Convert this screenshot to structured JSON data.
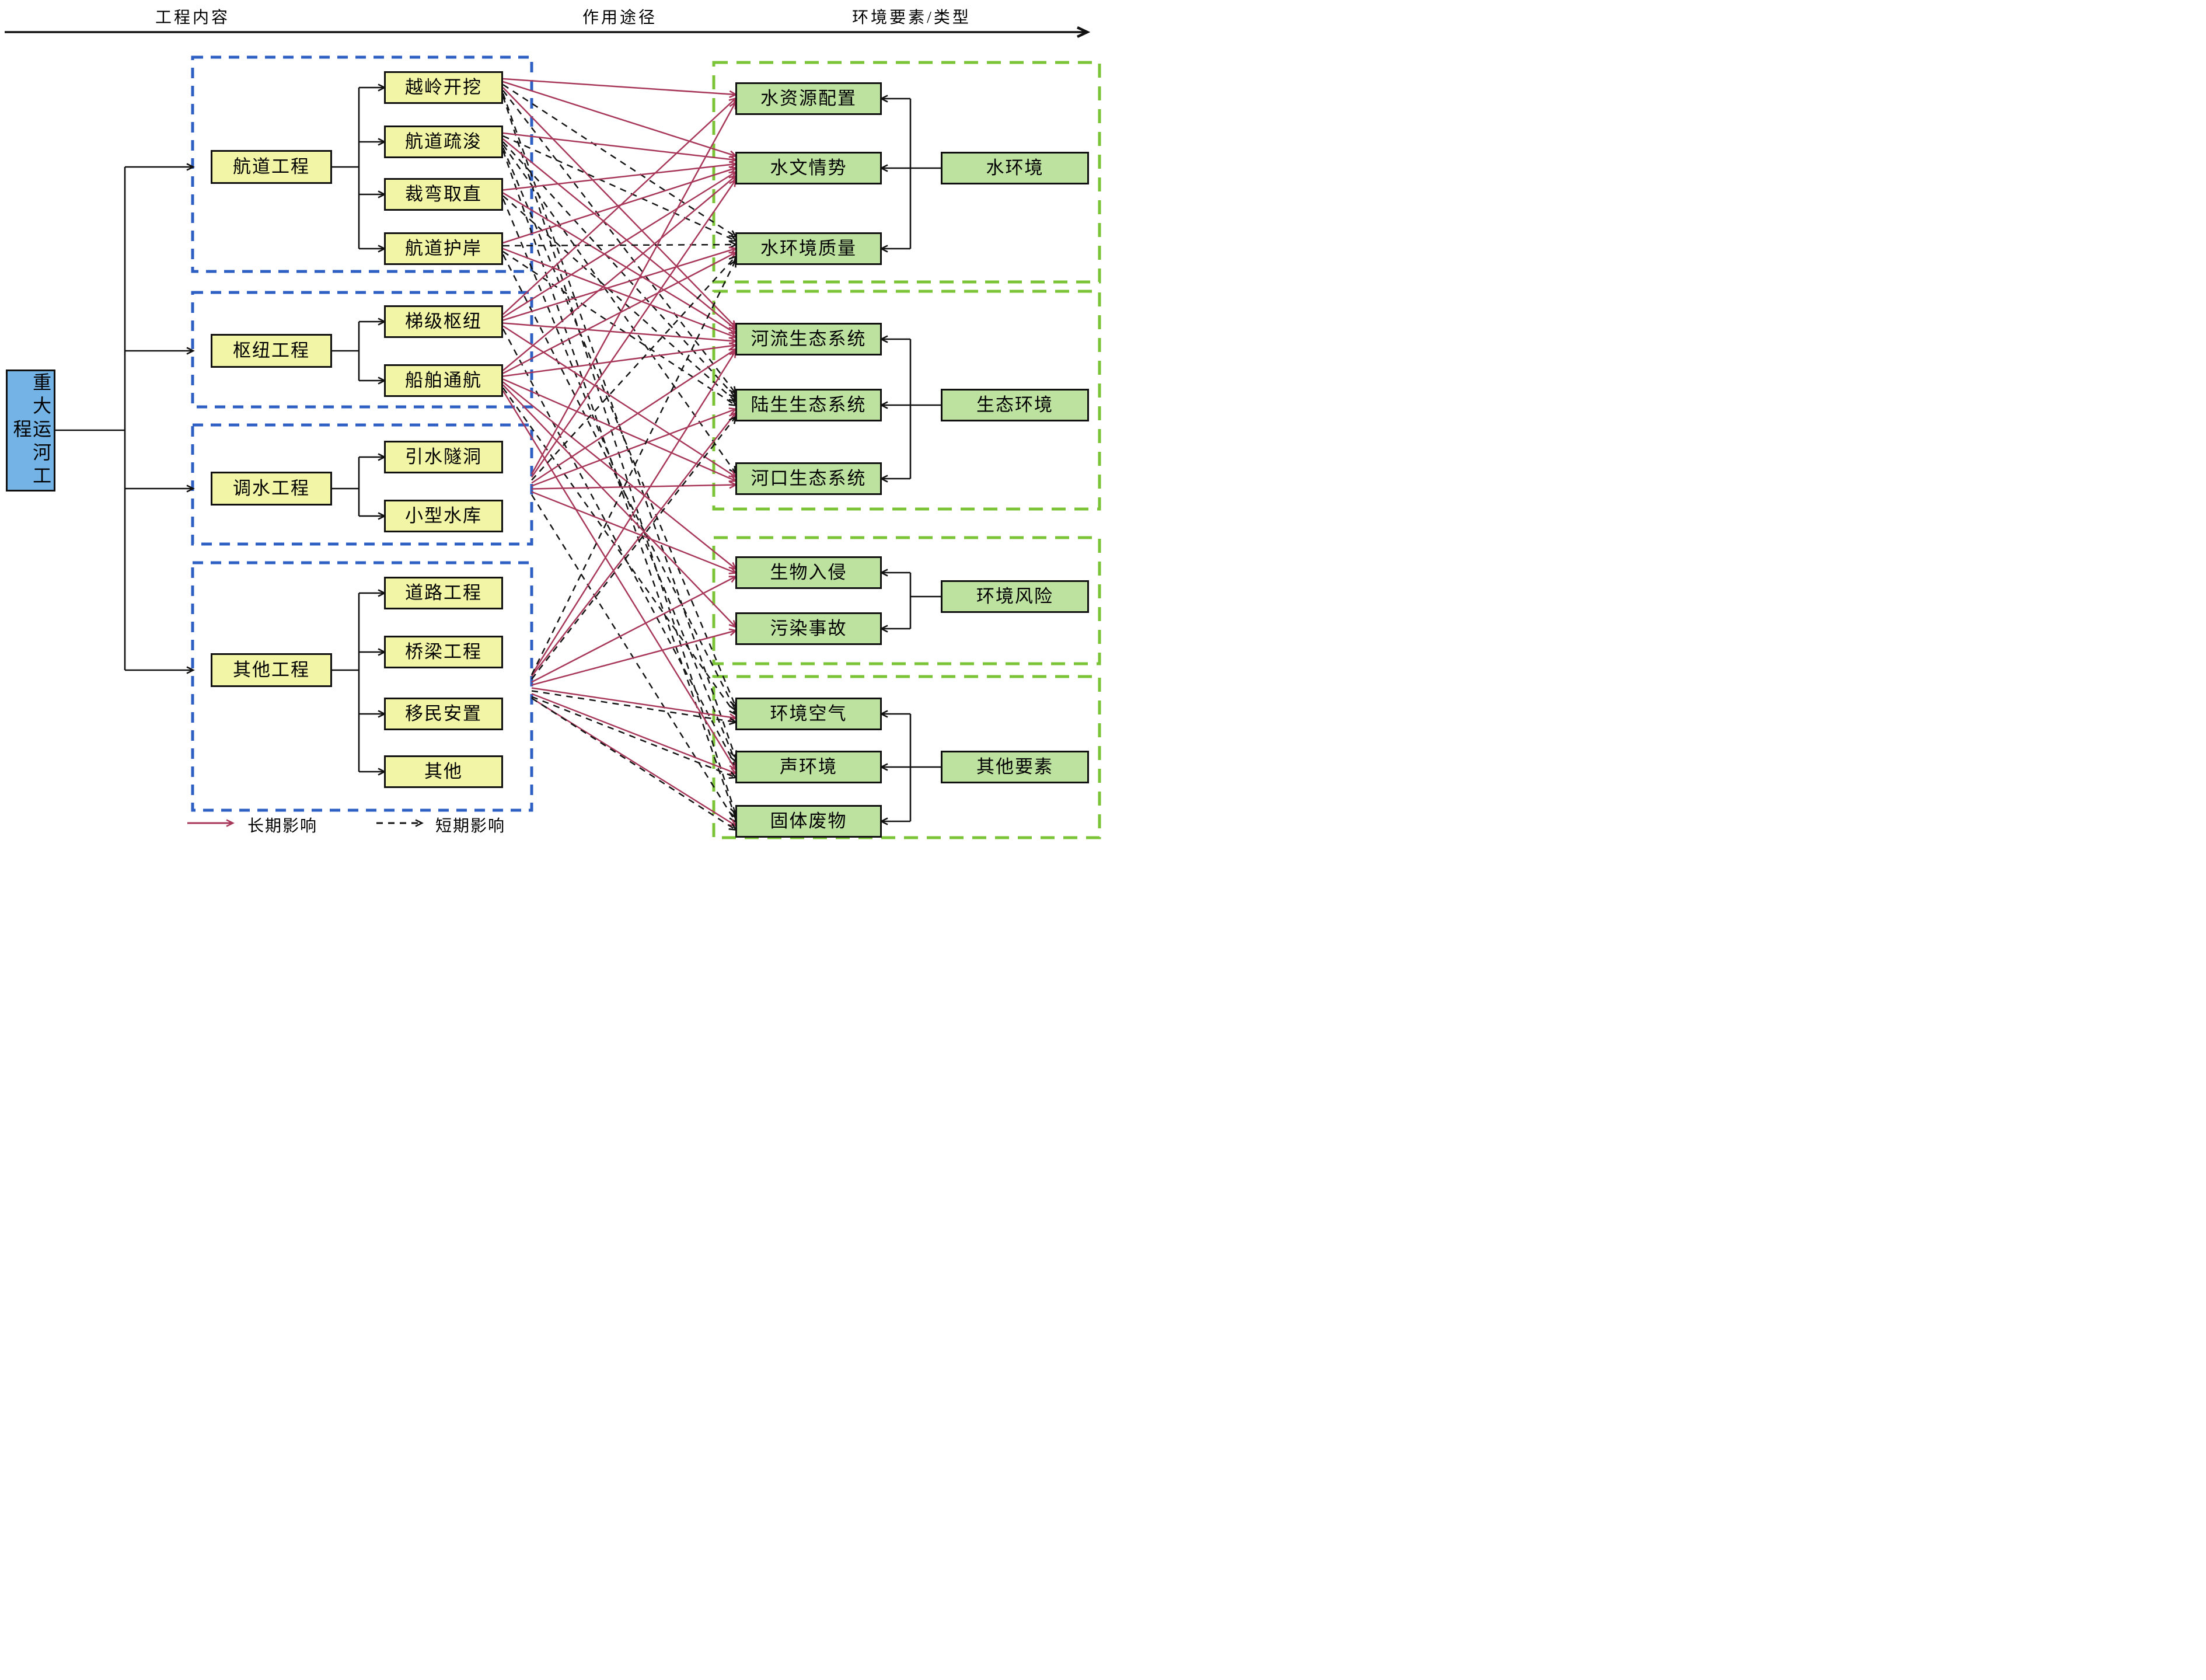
{
  "headers": {
    "left": "工程内容",
    "middle": "作用途径",
    "right": "环境要素/类型"
  },
  "root": {
    "label": "重大运河工程"
  },
  "legend": [
    {
      "type": "long",
      "label": "长期影响"
    },
    {
      "type": "short",
      "label": "短期影响"
    }
  ],
  "colors": {
    "long_impact": "#a8385a",
    "short_impact": "#151515",
    "structure": "#111111",
    "project_fill": "#f2f5a5",
    "env_fill": "#bde2a0",
    "root_fill": "#74b3e6",
    "project_group_border": "#2e5fc2",
    "env_group_border": "#7cc437"
  },
  "project_groups": [
    {
      "id": "hd",
      "label": "航道工程",
      "children": [
        {
          "id": "c1",
          "label": "越岭开挖"
        },
        {
          "id": "c2",
          "label": "航道疏浚"
        },
        {
          "id": "c3",
          "label": "裁弯取直"
        },
        {
          "id": "c4",
          "label": "航道护岸"
        }
      ]
    },
    {
      "id": "sn",
      "label": "枢纽工程",
      "children": [
        {
          "id": "c5",
          "label": "梯级枢纽"
        },
        {
          "id": "c6",
          "label": "船舶通航"
        }
      ]
    },
    {
      "id": "ds",
      "label": "调水工程",
      "children": [
        {
          "id": "c7",
          "label": "引水隧洞"
        },
        {
          "id": "c8",
          "label": "小型水库"
        }
      ]
    },
    {
      "id": "qt",
      "label": "其他工程",
      "children": [
        {
          "id": "c9",
          "label": "道路工程"
        },
        {
          "id": "c10",
          "label": "桥梁工程"
        },
        {
          "id": "c11",
          "label": "移民安置"
        },
        {
          "id": "c12",
          "label": "其他"
        }
      ]
    }
  ],
  "env_groups": [
    {
      "id": "water",
      "category": "水环境",
      "children": [
        {
          "id": "g1",
          "label": "水资源配置"
        },
        {
          "id": "g2",
          "label": "水文情势"
        },
        {
          "id": "g3",
          "label": "水环境质量"
        }
      ]
    },
    {
      "id": "eco",
      "category": "生态环境",
      "children": [
        {
          "id": "g4",
          "label": "河流生态系统"
        },
        {
          "id": "g5",
          "label": "陆生生态系统"
        },
        {
          "id": "g6",
          "label": "河口生态系统"
        }
      ]
    },
    {
      "id": "risk",
      "category": "环境风险",
      "children": [
        {
          "id": "g7",
          "label": "生物入侵"
        },
        {
          "id": "g8",
          "label": "污染事故"
        }
      ]
    },
    {
      "id": "other",
      "category": "其他要素",
      "children": [
        {
          "id": "g9",
          "label": "环境空气"
        },
        {
          "id": "g10",
          "label": "声环境"
        },
        {
          "id": "g11",
          "label": "固体废物"
        }
      ]
    }
  ],
  "edges": [
    {
      "from": "c1",
      "to": "g1",
      "type": "long"
    },
    {
      "from": "c1",
      "to": "g2",
      "type": "long"
    },
    {
      "from": "c1",
      "to": "g4",
      "type": "long"
    },
    {
      "from": "c1",
      "to": "g3",
      "type": "short"
    },
    {
      "from": "c1",
      "to": "g5",
      "type": "short"
    },
    {
      "from": "c1",
      "to": "g10",
      "type": "short"
    },
    {
      "from": "c1",
      "to": "g11",
      "type": "short"
    },
    {
      "from": "c2",
      "to": "g2",
      "type": "long"
    },
    {
      "from": "c2",
      "to": "g4",
      "type": "long"
    },
    {
      "from": "c2",
      "to": "g3",
      "type": "short"
    },
    {
      "from": "c2",
      "to": "g5",
      "type": "short"
    },
    {
      "from": "c2",
      "to": "g6",
      "type": "short"
    },
    {
      "from": "c2",
      "to": "g9",
      "type": "short"
    },
    {
      "from": "c2",
      "to": "g11",
      "type": "short"
    },
    {
      "from": "c3",
      "to": "g2",
      "type": "long"
    },
    {
      "from": "c3",
      "to": "g4",
      "type": "long"
    },
    {
      "from": "c3",
      "to": "g5",
      "type": "short"
    },
    {
      "from": "c3",
      "to": "g10",
      "type": "short"
    },
    {
      "from": "c4",
      "to": "g2",
      "type": "long"
    },
    {
      "from": "c4",
      "to": "g4",
      "type": "long"
    },
    {
      "from": "c4",
      "to": "g3",
      "type": "short"
    },
    {
      "from": "c4",
      "to": "g5",
      "type": "short"
    },
    {
      "from": "c4",
      "to": "g9",
      "type": "short"
    },
    {
      "from": "c5",
      "to": "g1",
      "type": "long"
    },
    {
      "from": "c5",
      "to": "g2",
      "type": "long"
    },
    {
      "from": "c5",
      "to": "g3",
      "type": "long"
    },
    {
      "from": "c5",
      "to": "g4",
      "type": "long"
    },
    {
      "from": "c5",
      "to": "g6",
      "type": "long"
    },
    {
      "from": "c5",
      "to": "g10",
      "type": "short"
    },
    {
      "from": "c6",
      "to": "g2",
      "type": "long"
    },
    {
      "from": "c6",
      "to": "g3",
      "type": "long"
    },
    {
      "from": "c6",
      "to": "g4",
      "type": "long"
    },
    {
      "from": "c6",
      "to": "g6",
      "type": "long"
    },
    {
      "from": "c6",
      "to": "g7",
      "type": "long"
    },
    {
      "from": "c6",
      "to": "g8",
      "type": "long"
    },
    {
      "from": "c6",
      "to": "g10",
      "type": "long"
    },
    {
      "from": "c6",
      "to": "g9",
      "type": "short"
    },
    {
      "from": "grp-ds",
      "to": "g1",
      "type": "long"
    },
    {
      "from": "grp-ds",
      "to": "g2",
      "type": "long"
    },
    {
      "from": "grp-ds",
      "to": "g4",
      "type": "long"
    },
    {
      "from": "grp-ds",
      "to": "g5",
      "type": "long"
    },
    {
      "from": "grp-ds",
      "to": "g6",
      "type": "long"
    },
    {
      "from": "grp-ds",
      "to": "g7",
      "type": "long"
    },
    {
      "from": "grp-ds",
      "to": "g3",
      "type": "short"
    },
    {
      "from": "grp-ds",
      "to": "g11",
      "type": "short"
    },
    {
      "from": "grp-qt",
      "to": "g4",
      "type": "long"
    },
    {
      "from": "grp-qt",
      "to": "g5",
      "type": "long"
    },
    {
      "from": "grp-qt",
      "to": "g7",
      "type": "long"
    },
    {
      "from": "grp-qt",
      "to": "g8",
      "type": "long"
    },
    {
      "from": "grp-qt",
      "to": "g9",
      "type": "long"
    },
    {
      "from": "grp-qt",
      "to": "g10",
      "type": "long"
    },
    {
      "from": "grp-qt",
      "to": "g11",
      "type": "long"
    },
    {
      "from": "grp-qt",
      "to": "g3",
      "type": "short"
    },
    {
      "from": "grp-qt",
      "to": "g5",
      "type": "short"
    },
    {
      "from": "grp-qt",
      "to": "g9",
      "type": "short"
    },
    {
      "from": "grp-qt",
      "to": "g10",
      "type": "short"
    },
    {
      "from": "grp-qt",
      "to": "g11",
      "type": "short"
    }
  ]
}
